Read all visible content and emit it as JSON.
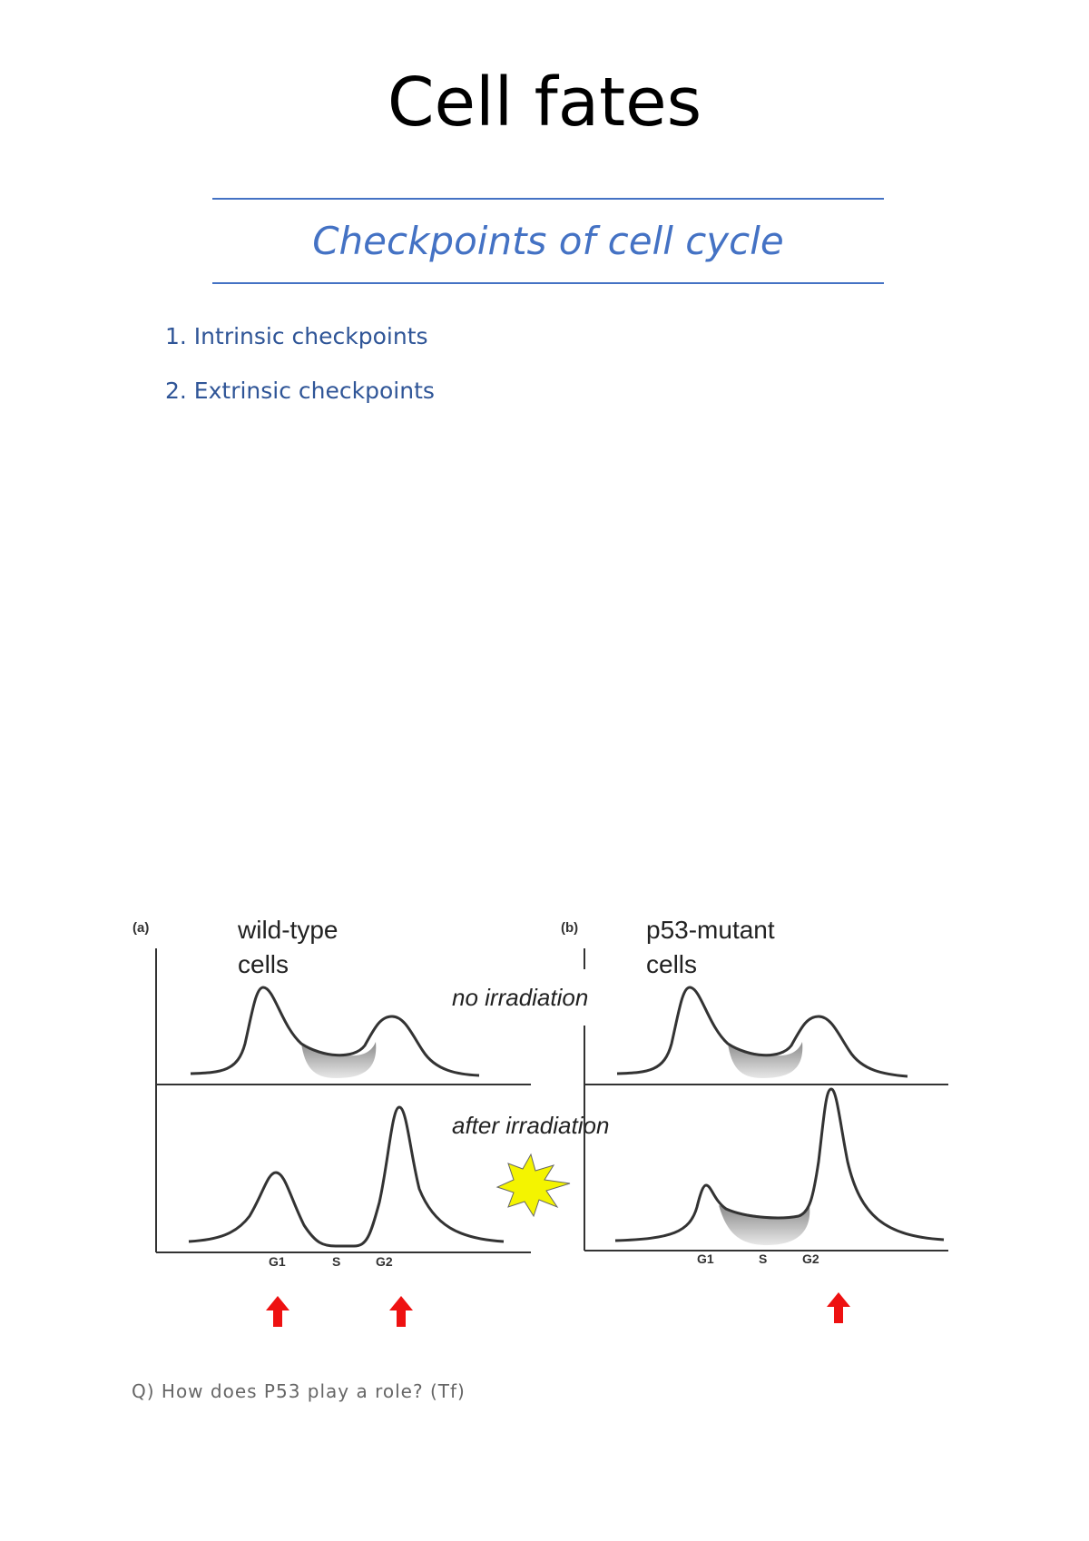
{
  "header": {
    "title": "Cell fates",
    "subtitle": "Checkpoints of cell cycle"
  },
  "list": [
    "1. Intrinsic checkpoints",
    "2. Extrinsic checkpoints"
  ],
  "figure": {
    "panel_a": {
      "tag": "(a)",
      "label_line1": "wild-type",
      "label_line2": "cells",
      "axis_labels": [
        "G1",
        "S",
        "G2"
      ]
    },
    "panel_b": {
      "tag": "(b)",
      "label_line1": "p53-mutant",
      "label_line2": "cells",
      "axis_labels": [
        "G1",
        "S",
        "G2"
      ]
    },
    "condition_top": "no irradiation",
    "condition_bottom": "after irradiation",
    "colors": {
      "curve": "#333333",
      "arrow": "#ee1111",
      "burst": "#f4f400",
      "shade": "#aaaaaa"
    },
    "icons": [
      "red-up-arrow-icon",
      "irradiation-burst-icon"
    ]
  },
  "question": "Q) How does P53 play a role? (Tf)"
}
